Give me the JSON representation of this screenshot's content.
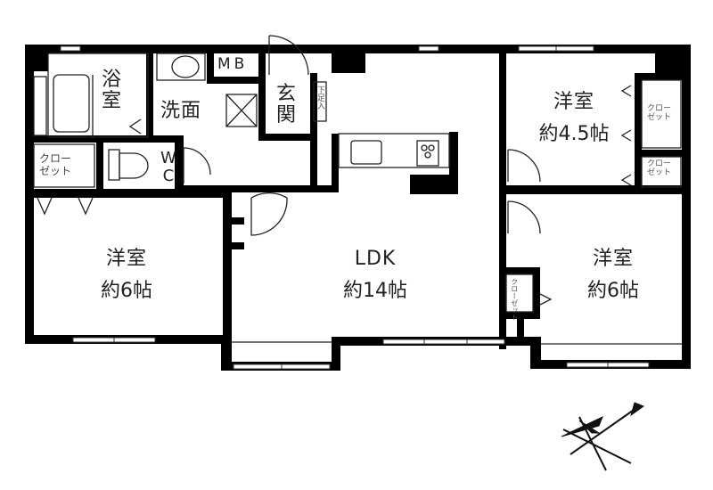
{
  "floorplan": {
    "type": "apartment-floor-plan",
    "layout": "3LDK",
    "rooms": [
      {
        "id": "western-room-nw",
        "name": "洋室",
        "size": "約4.5帖"
      },
      {
        "id": "western-room-sw",
        "name": "洋室",
        "size": "約6帖"
      },
      {
        "id": "western-room-se",
        "name": "洋室",
        "size": "約6帖"
      },
      {
        "id": "ldk",
        "name": "LDK",
        "size": "約14帖"
      }
    ],
    "labels": {
      "bath": "浴室",
      "bath_l1": "浴",
      "bath_l2": "室",
      "washroom": "洗面",
      "mb": "MB",
      "entrance": "玄関",
      "entrance_l1": "玄",
      "entrance_l2": "関",
      "shoe_closet": "下足入",
      "wc_w": "W",
      "wc_c": "C",
      "closet": "クローゼット",
      "closet_l1": "クロー",
      "closet_l2": "ゼット"
    },
    "compass": {
      "icon": "north-arrow-icon",
      "direction": "north-east"
    },
    "colors": {
      "wall": "#000000",
      "background": "#ffffff",
      "line": "#222222"
    }
  }
}
